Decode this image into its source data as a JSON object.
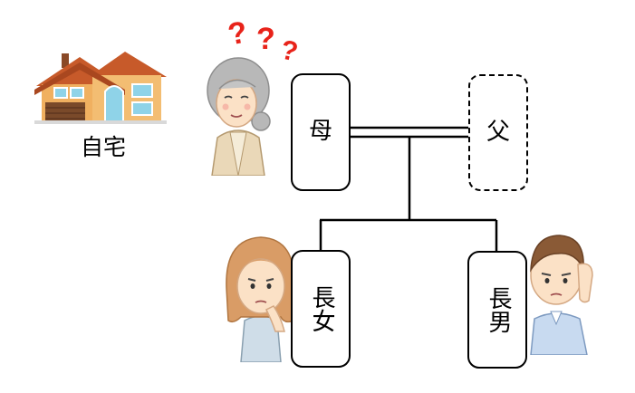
{
  "house": {
    "label": "自宅",
    "icon": "house-icon"
  },
  "confusion": {
    "marks": [
      "?",
      "?",
      "?"
    ],
    "color": "#e8231a"
  },
  "people": {
    "mother": {
      "label": "母"
    },
    "father": {
      "label": "父",
      "status": "deceased"
    },
    "daughter": {
      "label": "長女"
    },
    "son": {
      "label": "長男"
    }
  },
  "colors": {
    "line": "#000000",
    "roof": "#c75a2a",
    "wall": "#f0b060",
    "window": "#8fd3e8"
  }
}
